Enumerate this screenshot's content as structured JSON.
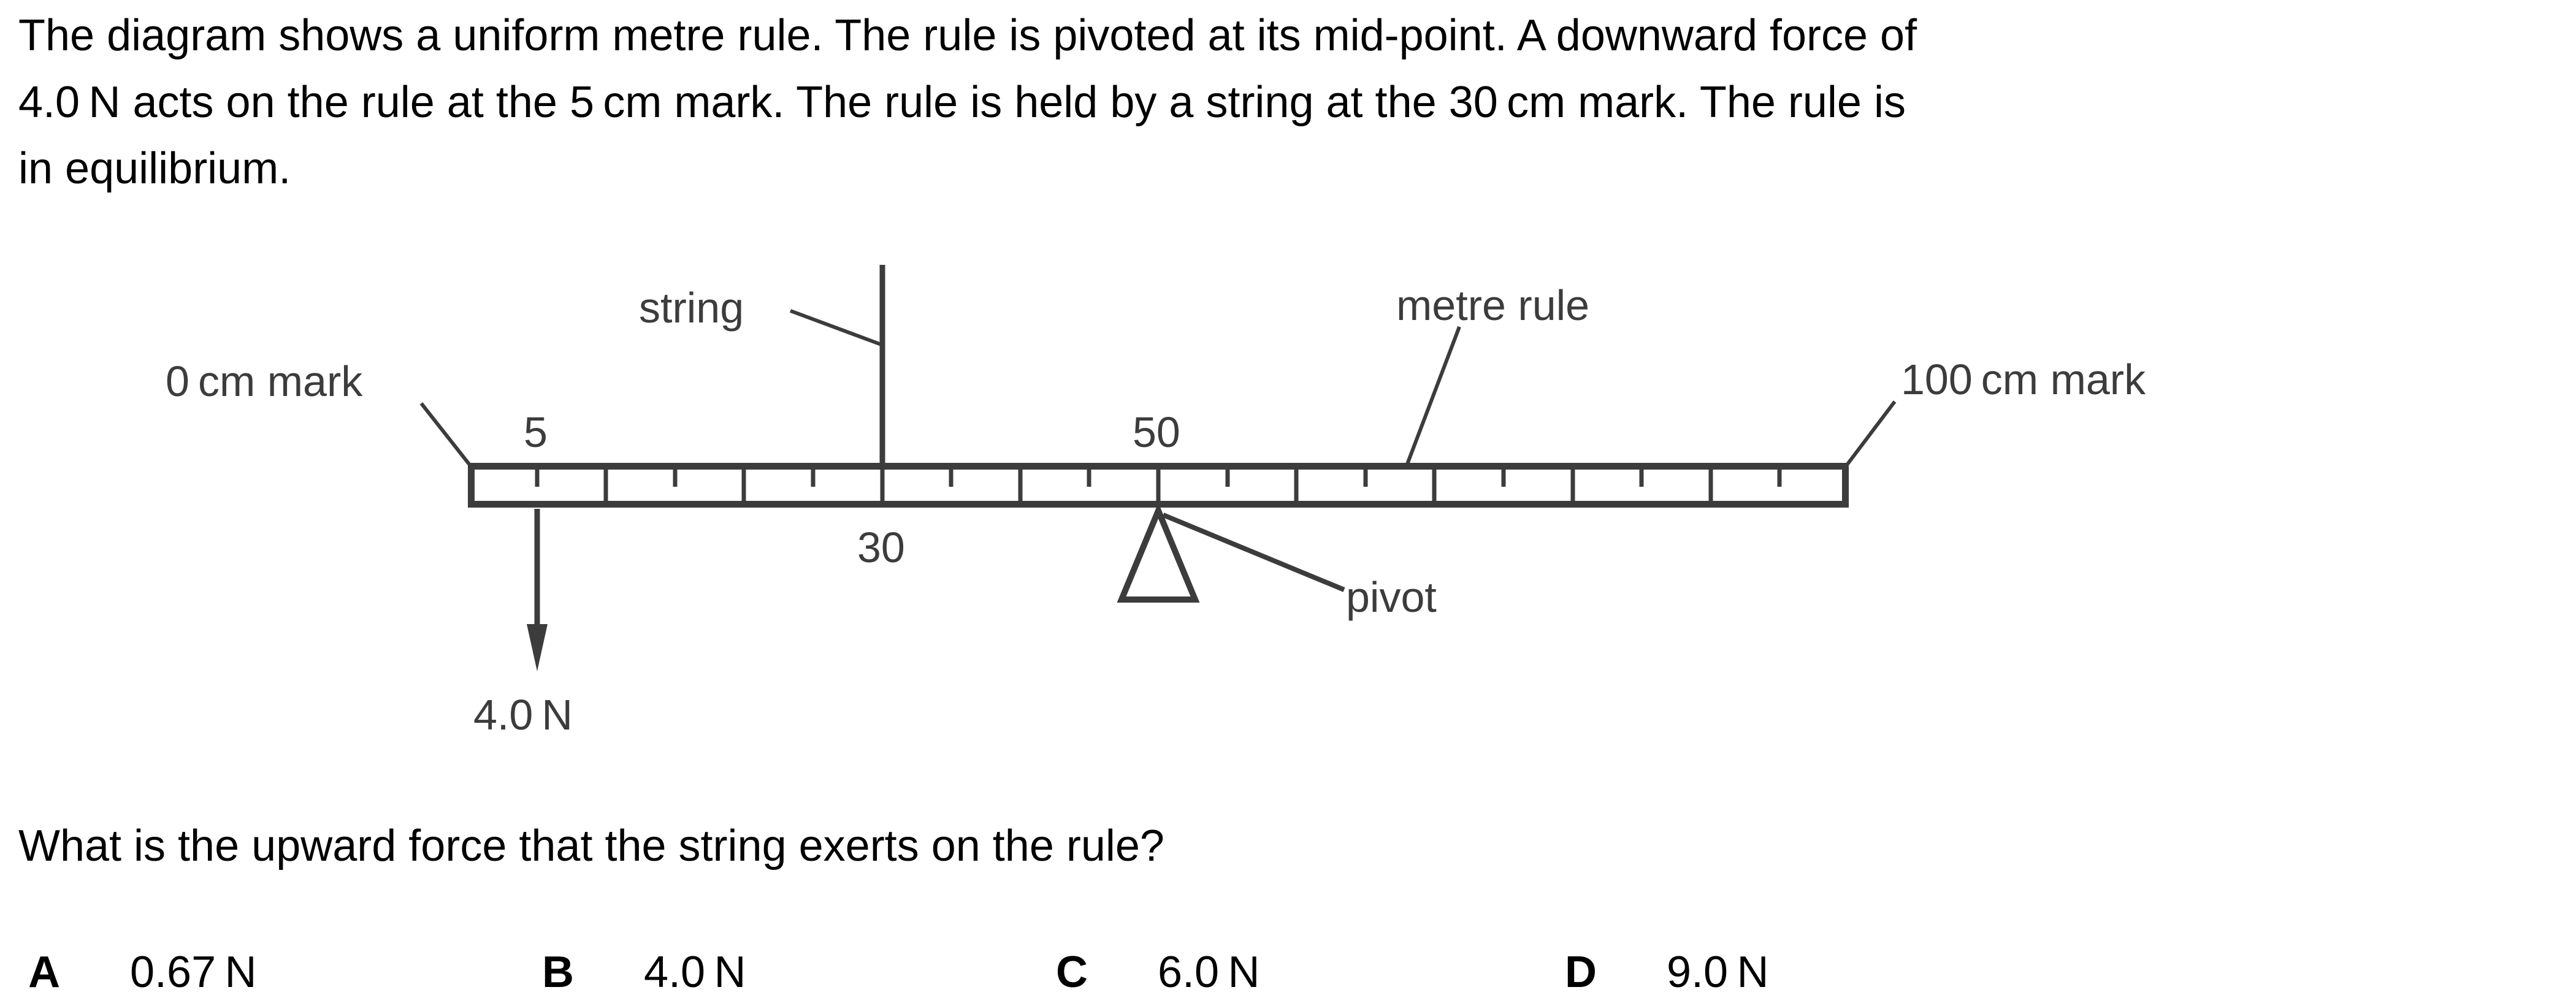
{
  "intro": {
    "lines": [
      "The diagram shows a uniform metre rule. The rule is pivoted at its mid-point. A downward force of",
      "4.0 N acts on the rule at the 5 cm mark. The rule is held by a string at the 30 cm mark. The rule is",
      "in equilibrium."
    ]
  },
  "diagram": {
    "labels": {
      "string": "string",
      "metre_rule": "metre rule",
      "zero_mark": "0 cm mark",
      "hundred_mark": "100 cm mark",
      "tick_5": "5",
      "tick_50": "50",
      "tick_30": "30",
      "pivot": "pivot",
      "force": "4.0 N"
    },
    "ruler": {
      "length_cm": 100,
      "major_interval_cm": 10,
      "minor_interval_cm": 5,
      "string_position_cm": 30,
      "pivot_position_cm": 50,
      "force_position_cm": 5,
      "force_value": "4.0 N"
    }
  },
  "question": "What is the upward force that the string exerts on the rule?",
  "options": [
    {
      "letter": "A",
      "value": "0.67 N"
    },
    {
      "letter": "B",
      "value": "4.0 N"
    },
    {
      "letter": "C",
      "value": "6.0 N"
    },
    {
      "letter": "D",
      "value": "9.0 N"
    }
  ],
  "colors": {
    "ink": "#000000",
    "diagram_ink": "#3c3c3c",
    "background": "#ffffff"
  }
}
